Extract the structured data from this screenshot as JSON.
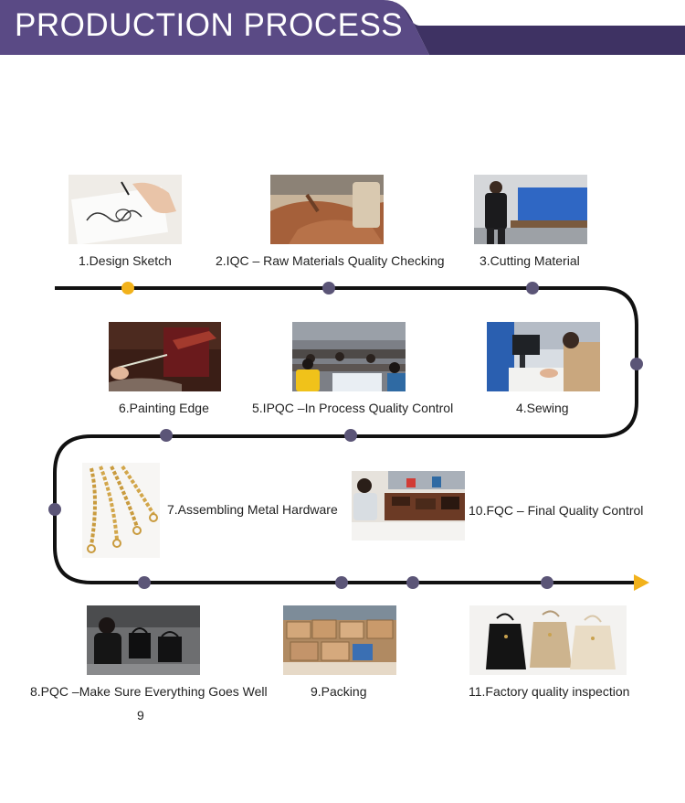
{
  "header": {
    "title": "PRODUCTION PROCESS"
  },
  "colors": {
    "banner": "#5a4a85",
    "banner_shadow": "#3e3263",
    "line": "#111111",
    "node": "#5b5577",
    "node_active": "#f2b21b",
    "arrow": "#f2b21b"
  },
  "steps": [
    {
      "label": "1.Design Sketch",
      "icon": "sketch-photo"
    },
    {
      "label": "2.IQC – Raw Materials Quality Checking",
      "icon": "leather-photo"
    },
    {
      "label": "3.Cutting Material",
      "icon": "cutting-photo"
    },
    {
      "label": "4.Sewing",
      "icon": "sewing-photo"
    },
    {
      "label": "5.IPQC –In Process Quality Control",
      "icon": "workshop-photo"
    },
    {
      "label": "6.Painting Edge",
      "icon": "painting-photo"
    },
    {
      "label": "7.Assembling Metal Hardware",
      "icon": "chain-photo"
    },
    {
      "label": "8.PQC –Make Sure Everything Goes Well",
      "icon": "inspection-photo"
    },
    {
      "label": "9.Packing",
      "icon": "boxes-photo"
    },
    {
      "label": "10.FQC – Final Quality Control",
      "icon": "final-check-photo"
    },
    {
      "label": "11.Factory quality inspection",
      "icon": "handbags-photo"
    }
  ],
  "stray_text": "9"
}
